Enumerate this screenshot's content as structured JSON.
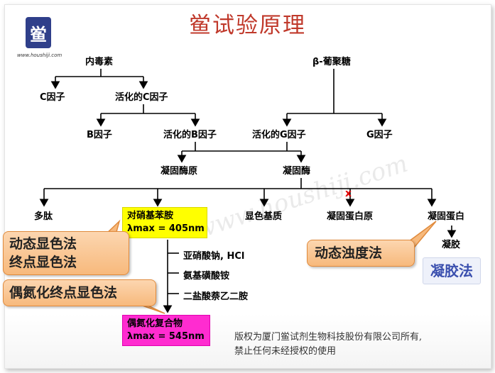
{
  "title": "鲎试验原理",
  "logo": {
    "glyph": "鲎",
    "url": "www.houshiji.com"
  },
  "watermark": "www.houshiji.com",
  "nodes": {
    "endotoxin": "内毒素",
    "glucan": "β-葡聚糖",
    "factor_c": "C因子",
    "activated_c": "活化的C因子",
    "factor_b": "B因子",
    "activated_b": "活化的B因子",
    "activated_g": "活化的G因子",
    "factor_g": "G因子",
    "proclotting_enzyme": "凝固酶原",
    "clotting_enzyme": "凝固酶",
    "peptide": "多肽",
    "chromogenic_substrate": "显色基质",
    "coagulogen": "凝固蛋白原",
    "coagulin": "凝固蛋白",
    "gel": "凝胶"
  },
  "pna_box": {
    "line1": "对硝基苯胺",
    "line2": "λmax = 405nm"
  },
  "azo_box": {
    "line1": "偶氮化复合物",
    "line2": "λmax = 545nm"
  },
  "reagents": [
    "亚硝酸钠, HCl",
    "氨基磺酸铵",
    "二盐酸萘乙二胺"
  ],
  "methods": {
    "kinetic_chromogenic": "动态显色法",
    "endpoint_chromogenic": "终点显色法",
    "azo_endpoint": "偶氮化终点显色法",
    "kinetic_turbidimetric": "动态浊度法",
    "gel_clot": "凝胶法"
  },
  "block_mark": "x",
  "copyright": {
    "line1": "版权为厦门鲎试剂生物科技股份有限公司所有,",
    "line2": "禁止任何未经授权的使用"
  },
  "colors": {
    "title": "#c0392b",
    "pna_box": "#ffff00",
    "azo_box": "#ff2cd0",
    "callout": "#f7b97c",
    "gel_method_text": "#3a4fae"
  }
}
